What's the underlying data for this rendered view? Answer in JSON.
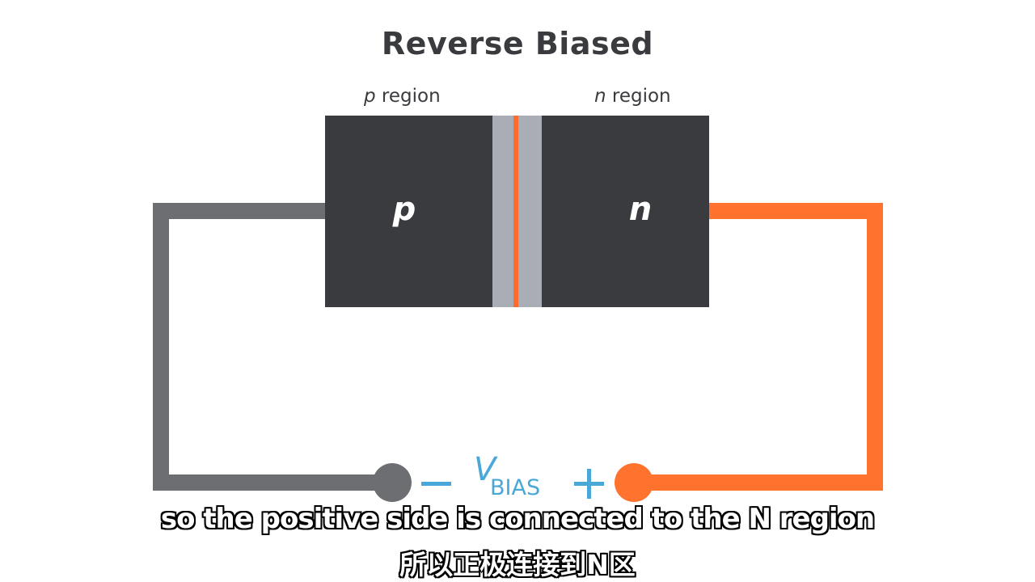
{
  "diagram": {
    "title": "Reverse Biased",
    "p_region_label": {
      "symbol": "p",
      "text": " region"
    },
    "n_region_label": {
      "symbol": "n",
      "text": " region"
    },
    "p_block_letter": "p",
    "n_block_letter": "n",
    "source": {
      "minus_sign": "−",
      "plus_sign": "+",
      "v_symbol": "V",
      "v_subscript": "BIAS"
    },
    "colors": {
      "block": "#3a3b3e",
      "depletion": "#a9adb5",
      "junction": "#ff6b2c",
      "negative_wire": "#6c6e71",
      "positive_wire": "#ff732e",
      "source_text": "#4aa8d8"
    }
  },
  "subtitles": {
    "english": "so the positive side is connected to the N region",
    "chinese": "所以正极连接到N区"
  }
}
